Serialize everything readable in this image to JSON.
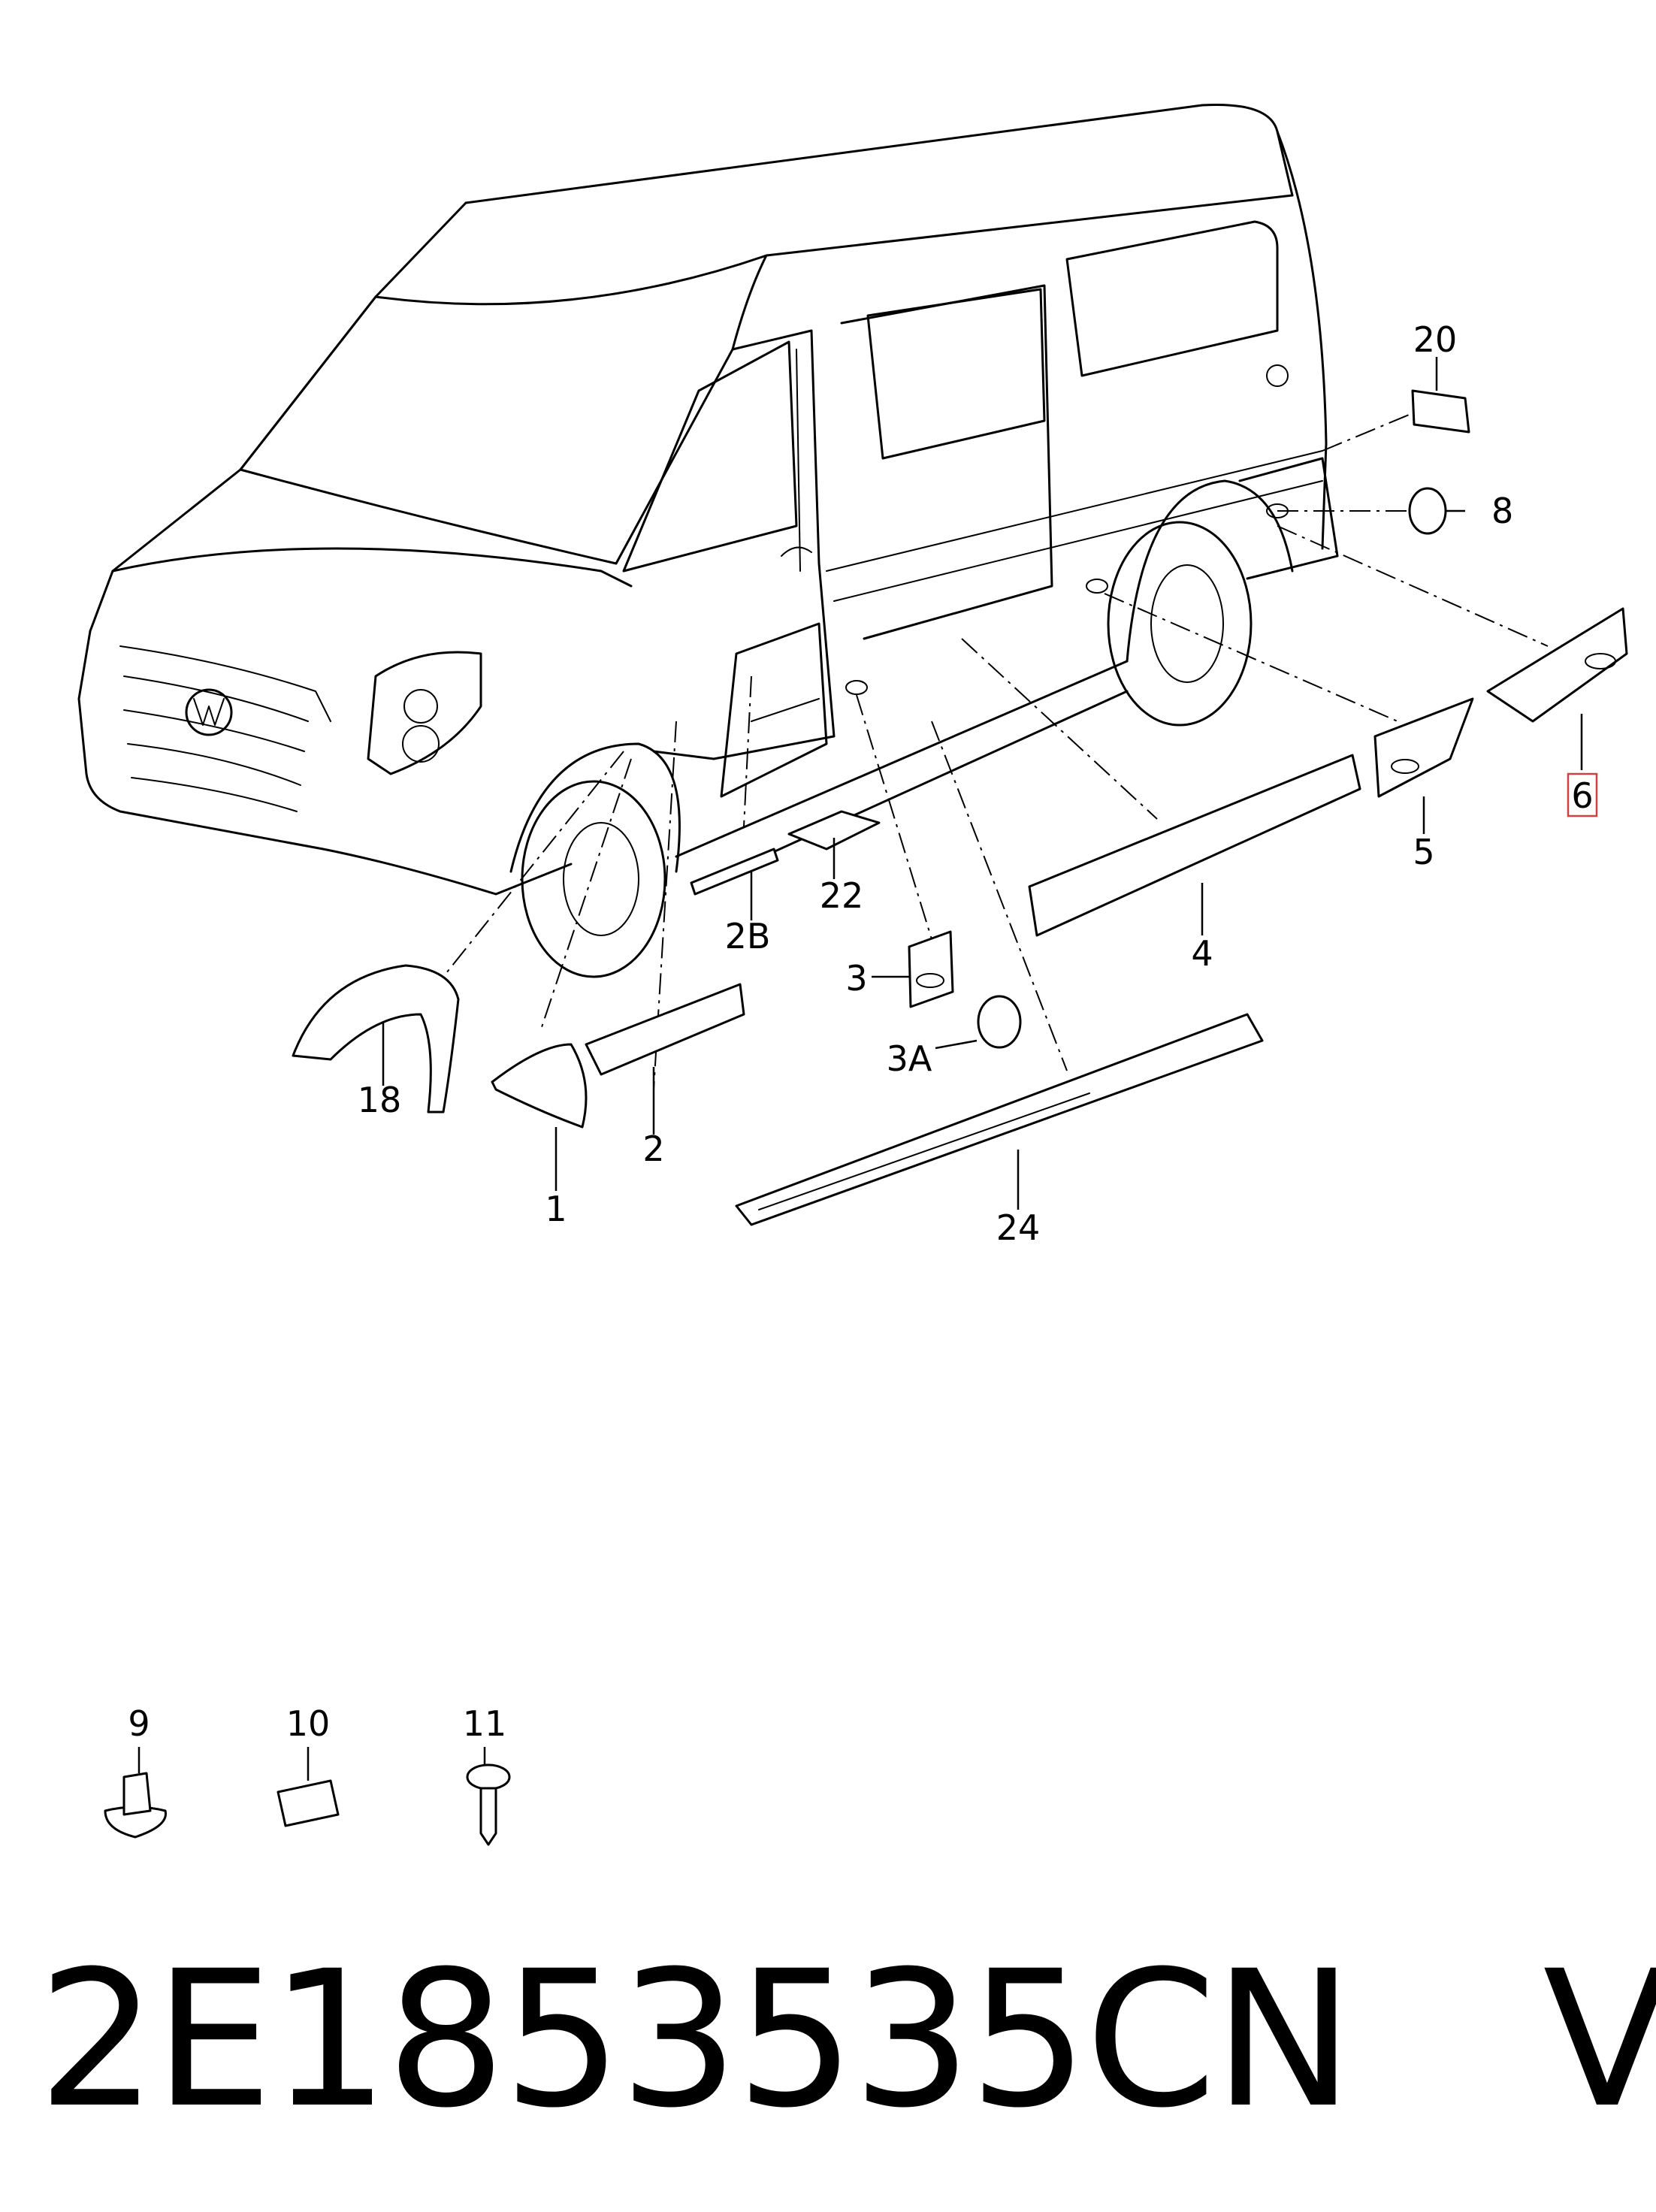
{
  "labels": {
    "l1": "1",
    "l2": "2",
    "l2b": "2B",
    "l3": "3",
    "l3a": "3A",
    "l4": "4",
    "l5": "5",
    "l6": "6",
    "l8": "8",
    "l9": "9",
    "l10": "10",
    "l11": "11",
    "l18": "18",
    "l20": "20",
    "l22": "22",
    "l24": "24"
  },
  "footer": {
    "part_number": "2E1853535CN",
    "brand": "VAG"
  },
  "highlight_color": "#d04040"
}
